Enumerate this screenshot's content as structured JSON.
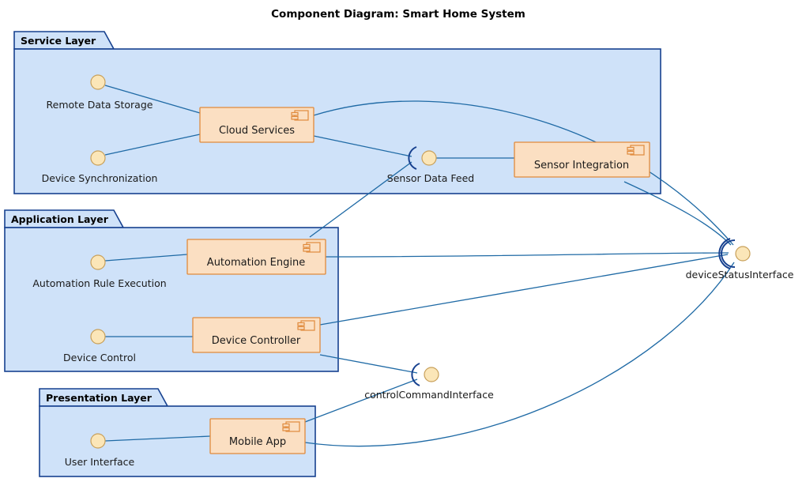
{
  "title": "Component Diagram: Smart Home System",
  "colors": {
    "package_fill": "#cfe2f9",
    "package_stroke": "#17418f",
    "component_fill": "#fbdfc2",
    "component_stroke": "#e08a3c",
    "interface_ball_fill": "#fbe6b8",
    "interface_ball_stroke": "#c8a05a",
    "edge_stroke": "#1f6aa5",
    "background": "#ffffff"
  },
  "packages": [
    {
      "id": "service",
      "label": "Service Layer"
    },
    {
      "id": "application",
      "label": "Application Layer"
    },
    {
      "id": "presentation",
      "label": "Presentation Layer"
    }
  ],
  "components": [
    {
      "id": "cloud_services",
      "label": "Cloud Services",
      "package": "service"
    },
    {
      "id": "sensor_integration",
      "label": "Sensor Integration",
      "package": "service"
    },
    {
      "id": "automation_engine",
      "label": "Automation Engine",
      "package": "application"
    },
    {
      "id": "device_controller",
      "label": "Device Controller",
      "package": "application"
    },
    {
      "id": "mobile_app",
      "label": "Mobile App",
      "package": "presentation"
    }
  ],
  "interfaces": [
    {
      "id": "remote_data_storage",
      "label": "Remote Data Storage",
      "kind": "provided",
      "package": "service"
    },
    {
      "id": "device_synchronization",
      "label": "Device Synchronization",
      "kind": "provided",
      "package": "service"
    },
    {
      "id": "sensor_data_feed",
      "label": "Sensor Data Feed",
      "kind": "assembly"
    },
    {
      "id": "automation_rule_execution",
      "label": "Automation Rule Execution",
      "kind": "provided",
      "package": "application"
    },
    {
      "id": "device_control",
      "label": "Device Control",
      "kind": "provided",
      "package": "application"
    },
    {
      "id": "control_command_interface",
      "label": "controlCommandInterface",
      "kind": "assembly"
    },
    {
      "id": "device_status_interface",
      "label": "deviceStatusInterface",
      "kind": "assembly"
    },
    {
      "id": "user_interface",
      "label": "User Interface",
      "kind": "provided",
      "package": "presentation"
    }
  ],
  "connections": [
    {
      "from": "remote_data_storage",
      "to": "cloud_services"
    },
    {
      "from": "device_synchronization",
      "to": "cloud_services"
    },
    {
      "from": "cloud_services",
      "to": "sensor_data_feed"
    },
    {
      "from": "cloud_services",
      "to": "device_status_interface"
    },
    {
      "from": "sensor_data_feed",
      "to": "sensor_integration"
    },
    {
      "from": "sensor_data_feed",
      "to": "automation_engine"
    },
    {
      "from": "sensor_integration",
      "to": "device_status_interface"
    },
    {
      "from": "automation_rule_execution",
      "to": "automation_engine"
    },
    {
      "from": "automation_engine",
      "to": "device_status_interface"
    },
    {
      "from": "device_control",
      "to": "device_controller"
    },
    {
      "from": "device_controller",
      "to": "device_status_interface"
    },
    {
      "from": "device_controller",
      "to": "control_command_interface"
    },
    {
      "from": "control_command_interface",
      "to": "mobile_app"
    },
    {
      "from": "user_interface",
      "to": "mobile_app"
    },
    {
      "from": "mobile_app",
      "to": "device_status_interface"
    }
  ]
}
